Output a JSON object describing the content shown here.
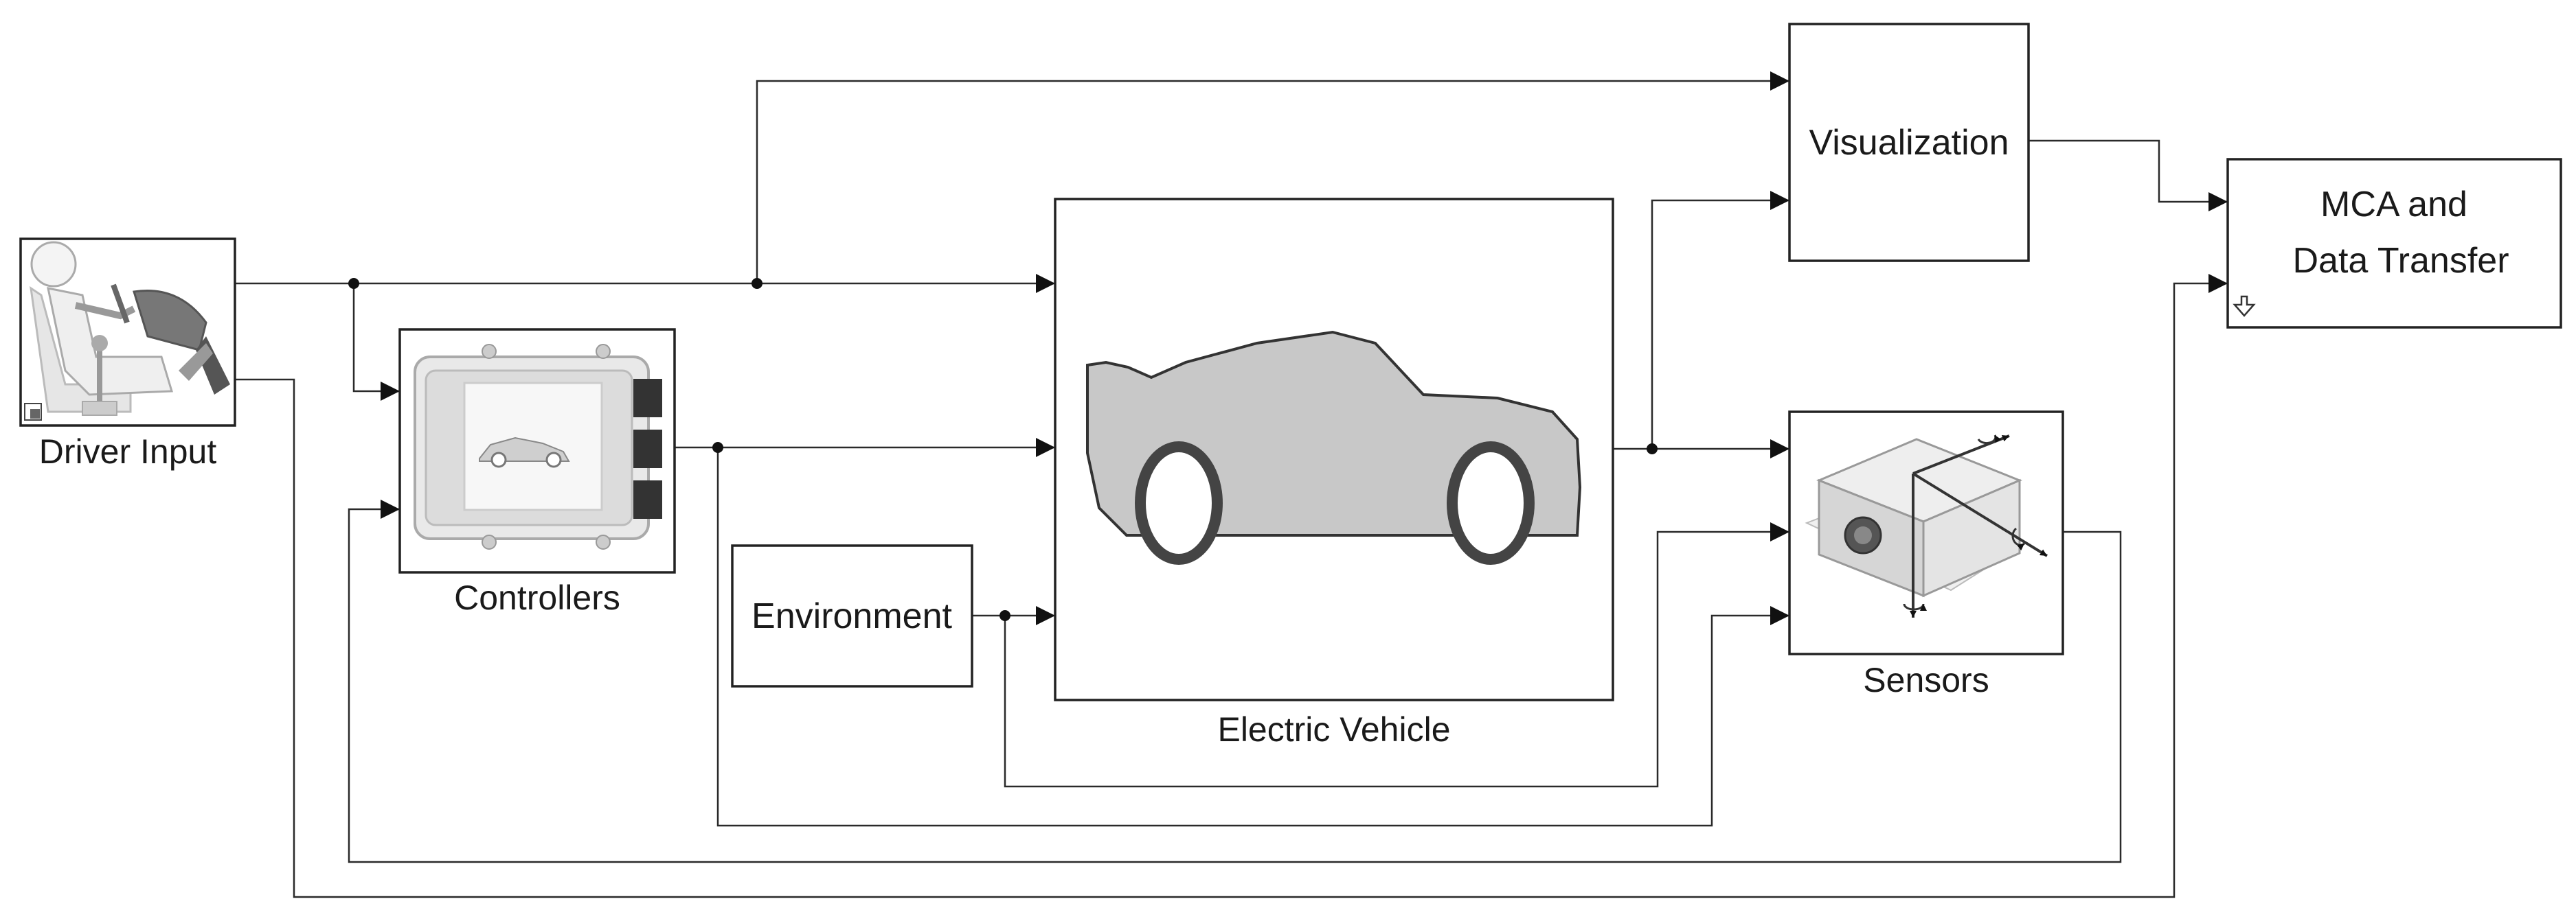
{
  "diagram": {
    "blocks": {
      "driver_input": {
        "label": "Driver Input"
      },
      "controllers": {
        "label": "Controllers"
      },
      "environment": {
        "label": "Environment"
      },
      "electric_vehicle": {
        "label": "Electric Vehicle"
      },
      "visualization": {
        "label": "Visualization"
      },
      "sensors": {
        "label": "Sensors"
      },
      "mca": {
        "label_line1": "MCA and",
        "label_line2": "Data Transfer"
      }
    }
  },
  "colors": {
    "block_stroke": "#222222",
    "wire": "#2a2a2a",
    "vehicle_body": "#c8c8c8",
    "wheel": "#444444"
  }
}
